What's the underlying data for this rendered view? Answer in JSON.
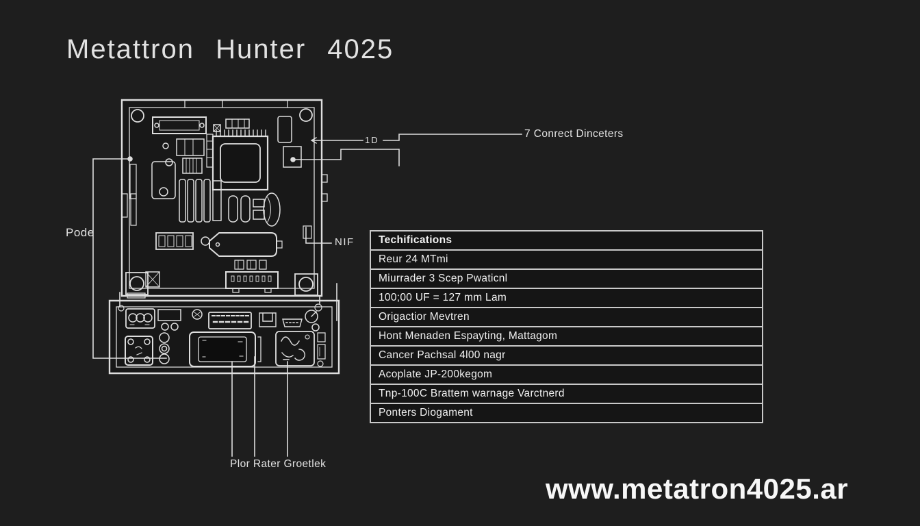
{
  "colors": {
    "background": "#1e1e1e",
    "line": "#dedede",
    "text": "#ededed",
    "table_border": "#c9c9c9",
    "table_background": "#151515"
  },
  "title": "Metattron Hunter 4025",
  "diagram": {
    "labels": {
      "pode": "Pode",
      "nif": "NIF",
      "id_callout": "1D",
      "connectors_callout": "7 Conrect Dinceters",
      "bottom_callout": "Plor Rater Groetlek"
    }
  },
  "spec_table": {
    "header": "Techifications",
    "rows": [
      "Reur 24 MTmi",
      "Miurrader 3 Scep Pwaticnl",
      "100;00 UF = 127 mm Lam",
      "Origactior Mevtren",
      "Hont Menaden Espayting, Mattagom",
      "Cancer Pachsal 4l00 nagr",
      "Acoplate JP-200kegom",
      "Tnp-100C Brattem warnage Varctnerd",
      "Ponters Diogament"
    ]
  },
  "website": "www.metatron4025.ar"
}
